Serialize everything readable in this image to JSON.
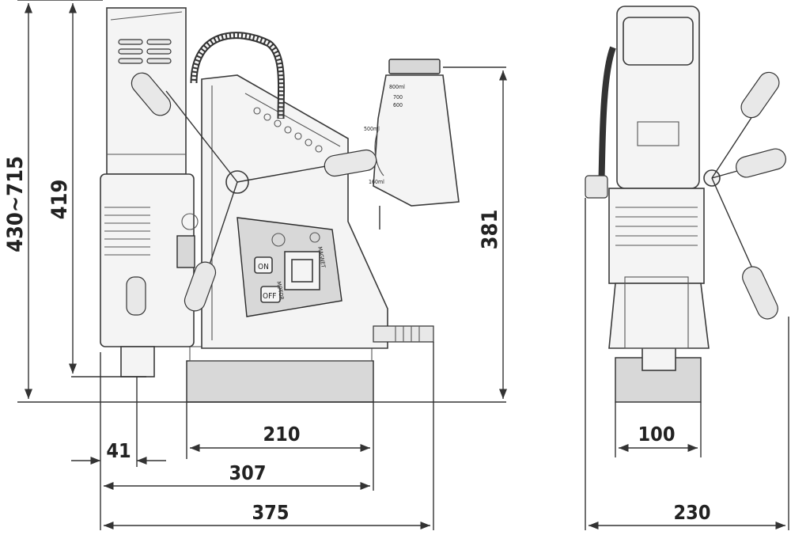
{
  "dimensions": {
    "total_height_range": "430~715",
    "height_419": "419",
    "height_381": "381",
    "width_210": "210",
    "width_41": "41",
    "width_307": "307",
    "width_375": "375",
    "width_100": "100",
    "width_230": "230"
  },
  "tank_labels": {
    "t800": "800ml",
    "t700": "700",
    "t600": "600",
    "t500": "500ml",
    "t160": "160ml"
  },
  "panel_labels": {
    "on": "ON",
    "off": "OFF",
    "motor": "MOTOR",
    "magnet": "MAGNET"
  },
  "colors": {
    "line": "#333333",
    "fill": "#f4f4f4"
  }
}
